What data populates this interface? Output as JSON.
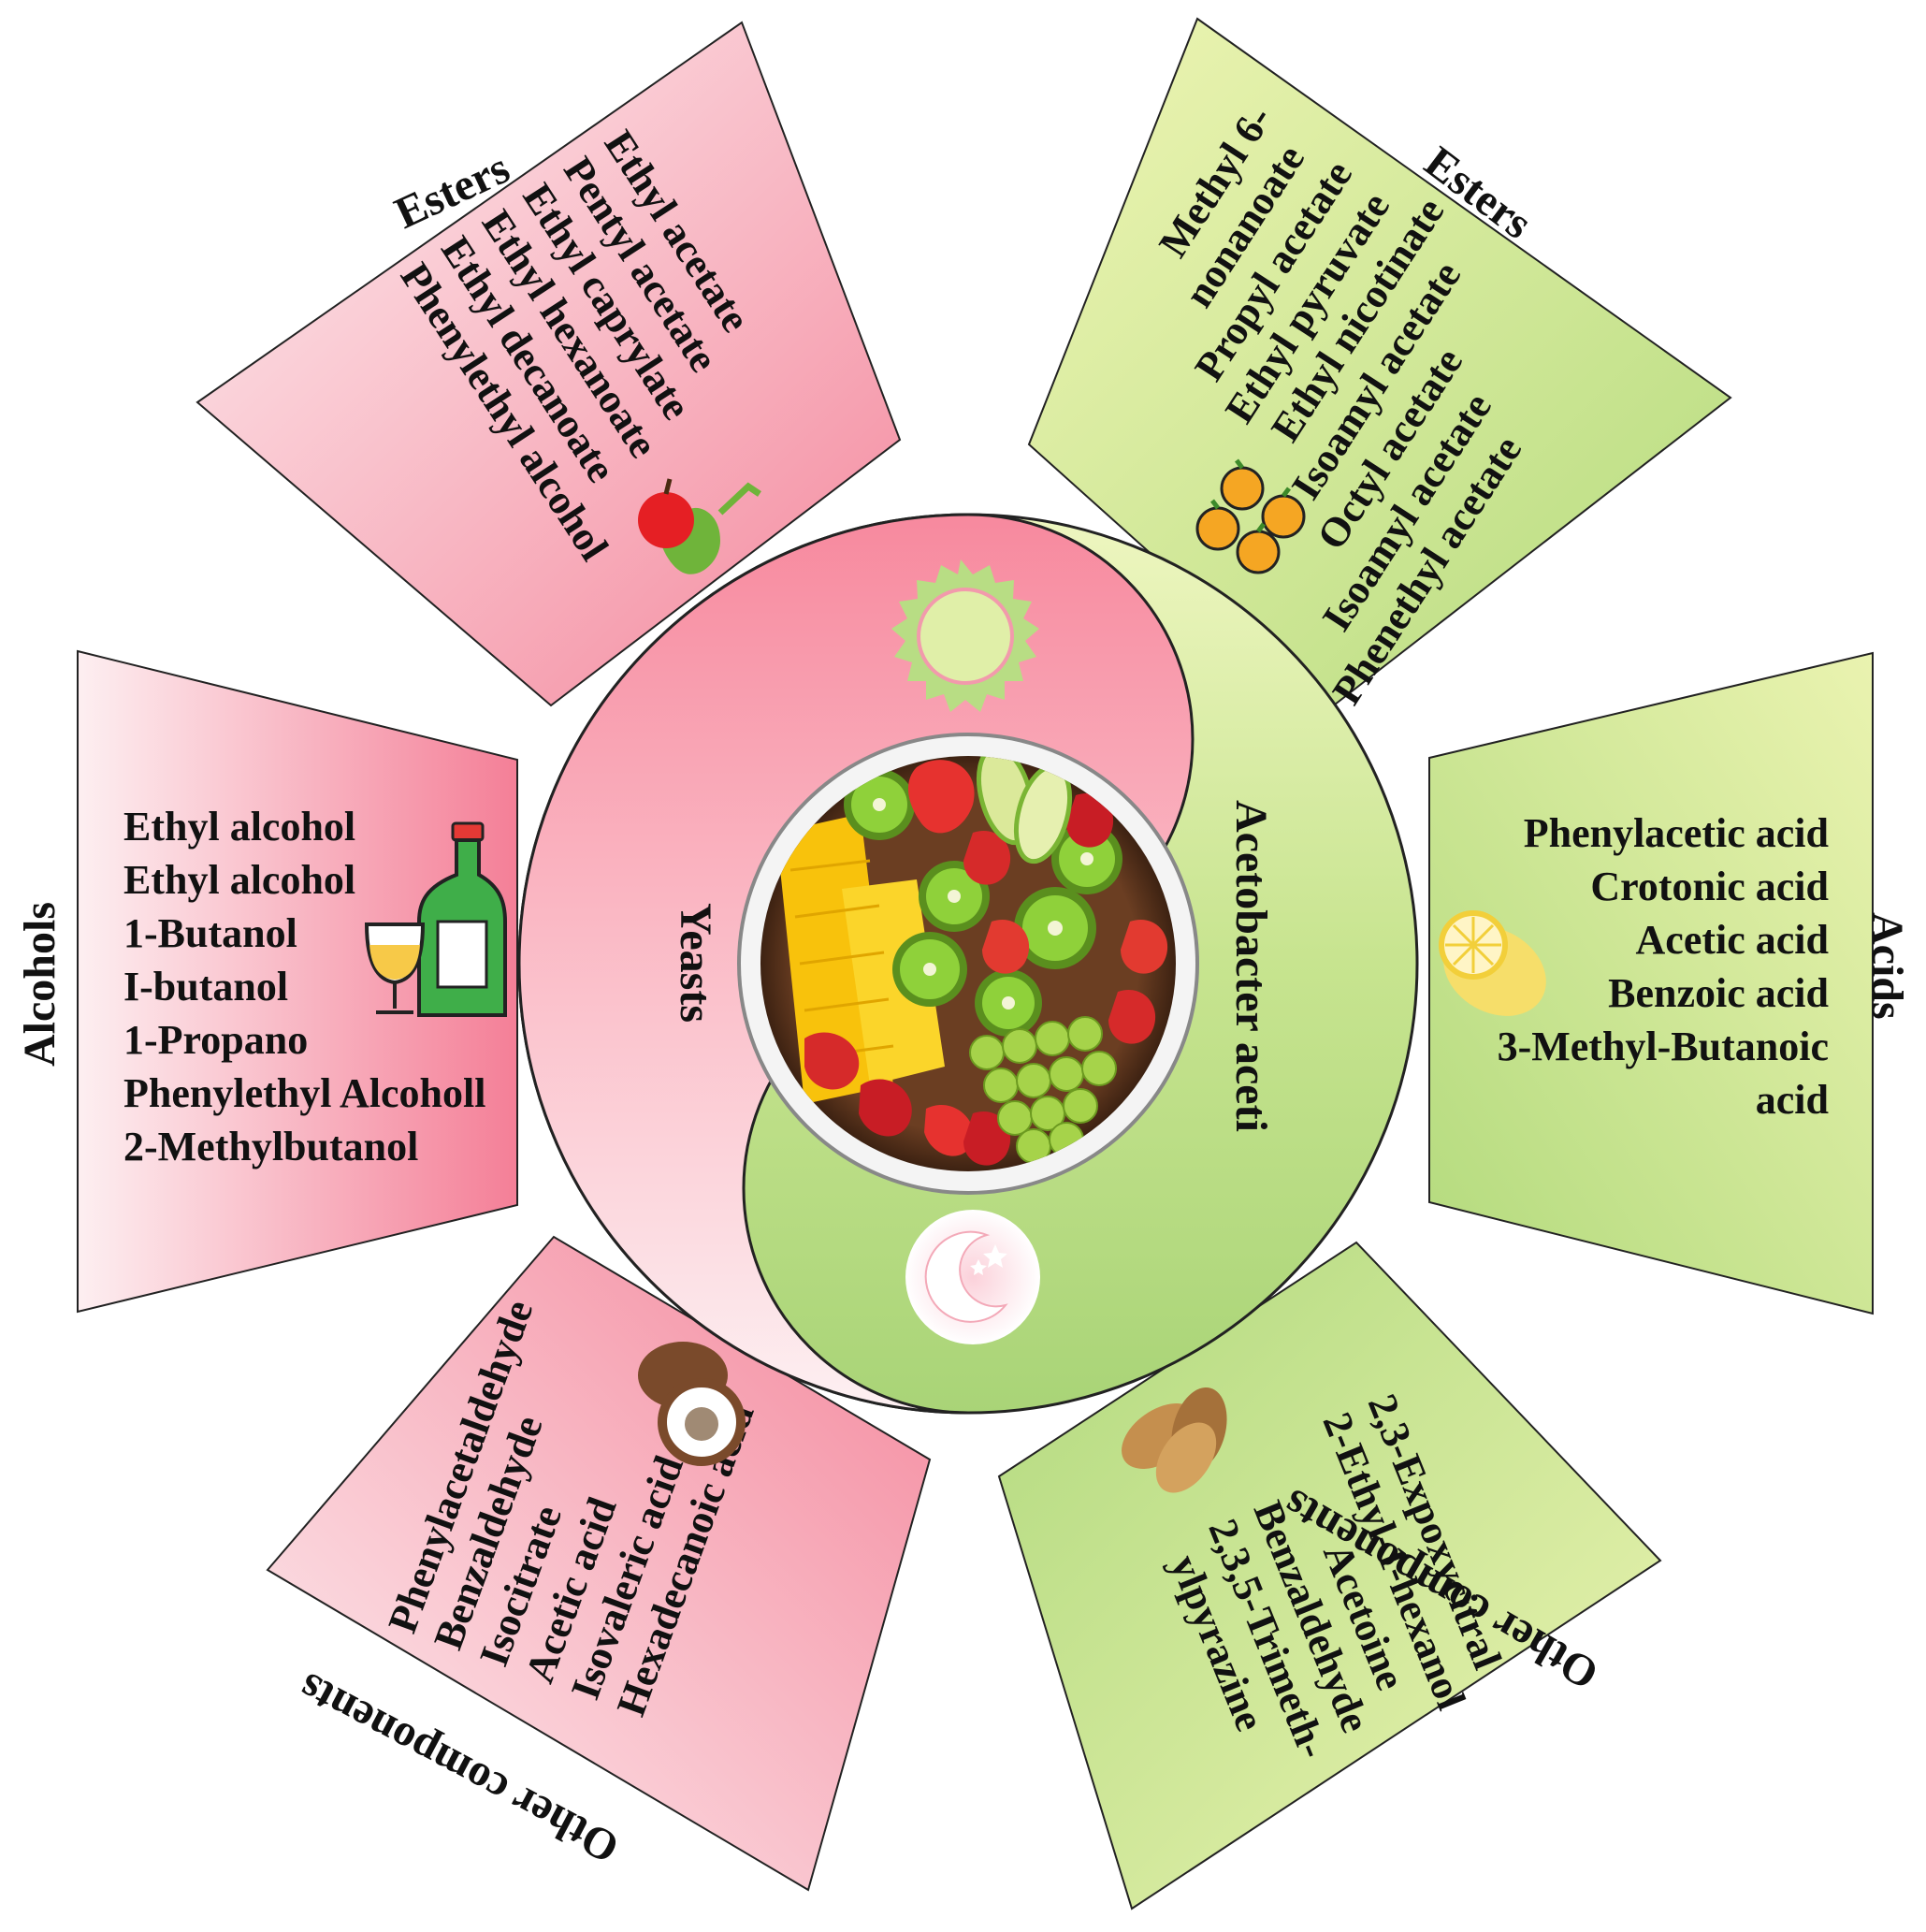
{
  "colors": {
    "pink": "#f4879c",
    "pink_light": "#fbe9ec",
    "green": "#b7dd7c",
    "green_light": "#e4f0a6",
    "border": "#222222"
  },
  "center": {
    "left_label": "Yeasts",
    "right_label": "Acetobacter aceti",
    "top_icon": "sun-icon",
    "bottom_icon": "moon-and-stars-icon",
    "middle_image": "fruit-bowl-image"
  },
  "panels": {
    "yeast_esters": {
      "heading": "Esters",
      "icon": "apple-and-pear-icon",
      "items": [
        "Ethyl acetate",
        "Pentyl acetate",
        "Ethyl caprylate",
        "Ethyl hexanoate",
        "Ethyl decanoate",
        "Phenylethyl alcohol"
      ]
    },
    "yeast_alcohols": {
      "heading": "Alcohols",
      "icon": "wine-bottle-and-glass-icon",
      "items": [
        "Ethyl alcohol",
        "Ethyl alcohol",
        "1-Butanol",
        "I-butanol",
        "1-Propano",
        "Phenylethyl Alcoholl",
        "2-Methylbutanol"
      ]
    },
    "yeast_other": {
      "heading": "Other components",
      "icon": "coconut-icon",
      "items": [
        "Phenylacetaldehyde",
        "Benzaldehyde",
        "Isocitrate",
        "Acetic acid",
        "Isovaleric acid",
        "Hexadecanoic acid"
      ]
    },
    "aceti_esters": {
      "heading": "Esters",
      "icon": "oranges-icon",
      "items": [
        "Methyl 6-",
        "nonanoate",
        "Propyl acetate",
        "Ethyl pyruvate",
        "Ethyl nicotinate",
        "Isoamyl acetate",
        "Octyl acetate",
        "Isoamyl acetate",
        "Phenethyl acetate"
      ]
    },
    "aceti_acids": {
      "heading": "Acids",
      "icon": "lemon-icon",
      "items": [
        "Phenylacetic acid",
        "Crotonic acid",
        "Acetic acid",
        "Benzoic acid",
        "3-Methyl-Butanoic",
        "acid"
      ]
    },
    "aceti_other": {
      "heading": "Other components",
      "icon": "almonds-icon",
      "items": [
        "2,3-Expoxycitral",
        "2-Ethyl-1-hexanol",
        "Acetoine",
        "Benzaldehyde",
        "2,3,5-Trimeth-",
        "ylpyrazine"
      ]
    }
  }
}
